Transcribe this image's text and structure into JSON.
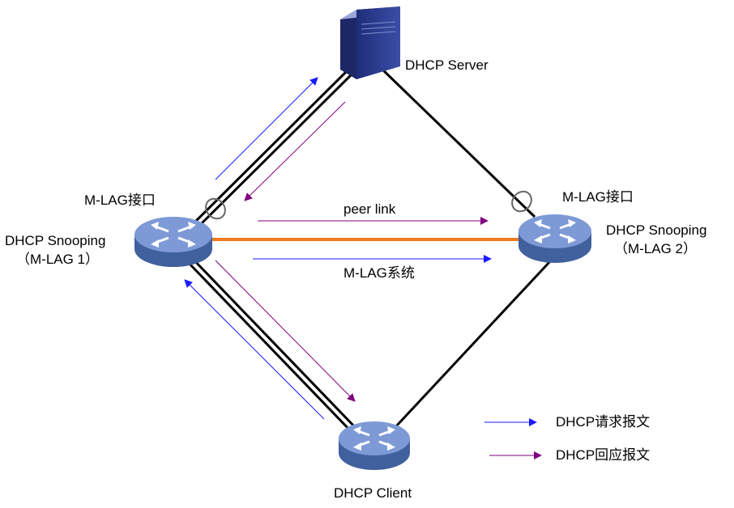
{
  "colors": {
    "link": "#000000",
    "peer_link": "#f07a1c",
    "request": "#1a1aff",
    "response": "#800080",
    "device_body": "#5a78b8",
    "device_top": "#7d9ad6",
    "server": "#2a3a8c"
  },
  "nodes": {
    "server": {
      "label": "DHCP Server",
      "icon": "server-icon"
    },
    "mlag1": {
      "label_line1": "DHCP Snooping",
      "label_line2": "（M-LAG 1）",
      "icon": "switch-icon"
    },
    "mlag2": {
      "label_line1": "DHCP Snooping",
      "label_line2": "（M-LAG 2）",
      "icon": "switch-icon"
    },
    "client": {
      "label": "DHCP Client",
      "icon": "switch-icon"
    }
  },
  "interfaces": {
    "left": "M-LAG接口",
    "right": "M-LAG接口"
  },
  "links": {
    "peer_link": "peer link",
    "mlag_system": "M-LAG系统"
  },
  "legend": {
    "request": "DHCP请求报文",
    "response": "DHCP回应报文"
  }
}
